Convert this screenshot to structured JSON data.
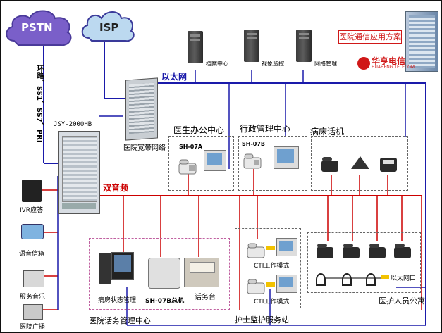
{
  "title_banner": "医院通信应用方案",
  "brand": {
    "name": "华亨电信",
    "sub": "HUAHENG TELECOM"
  },
  "clouds": {
    "pstn": "PSTN",
    "isp": "ISP"
  },
  "trunk_label": "环路、SS1、SS7、PRI",
  "switch_label": "JSY-2000HB",
  "network_label": "医院宽带网络",
  "ethernet_label": "以太网",
  "dual_tone_label": "双音频",
  "servers": [
    "档案中心",
    "视象监控",
    "网络管理"
  ],
  "left_devices": [
    "IVR应答",
    "语音信箱",
    "服务音乐",
    "医院广播"
  ],
  "offices": {
    "doctor": {
      "title": "医生办公中心",
      "model": "SH-07A"
    },
    "admin": {
      "title": "行政管理中心",
      "model": "SH-07B"
    },
    "ward": {
      "title": "病床话机"
    }
  },
  "center": {
    "title": "医院话务管理中心",
    "ward_mgmt": "病房状态管理",
    "master": "SH-07B总机",
    "console": "话务台"
  },
  "nurse": {
    "title": "护士监护服务站",
    "cti1": "CTI工作模式",
    "cti2": "CTI工作模式"
  },
  "staff": {
    "title": "医护人员公寓",
    "ethernet_port": "以太网口"
  },
  "colors": {
    "wire_red": "#cc0000",
    "wire_blue": "#1a1aaa",
    "cloud": "#7a5fc9",
    "banner_red": "#d01818"
  }
}
